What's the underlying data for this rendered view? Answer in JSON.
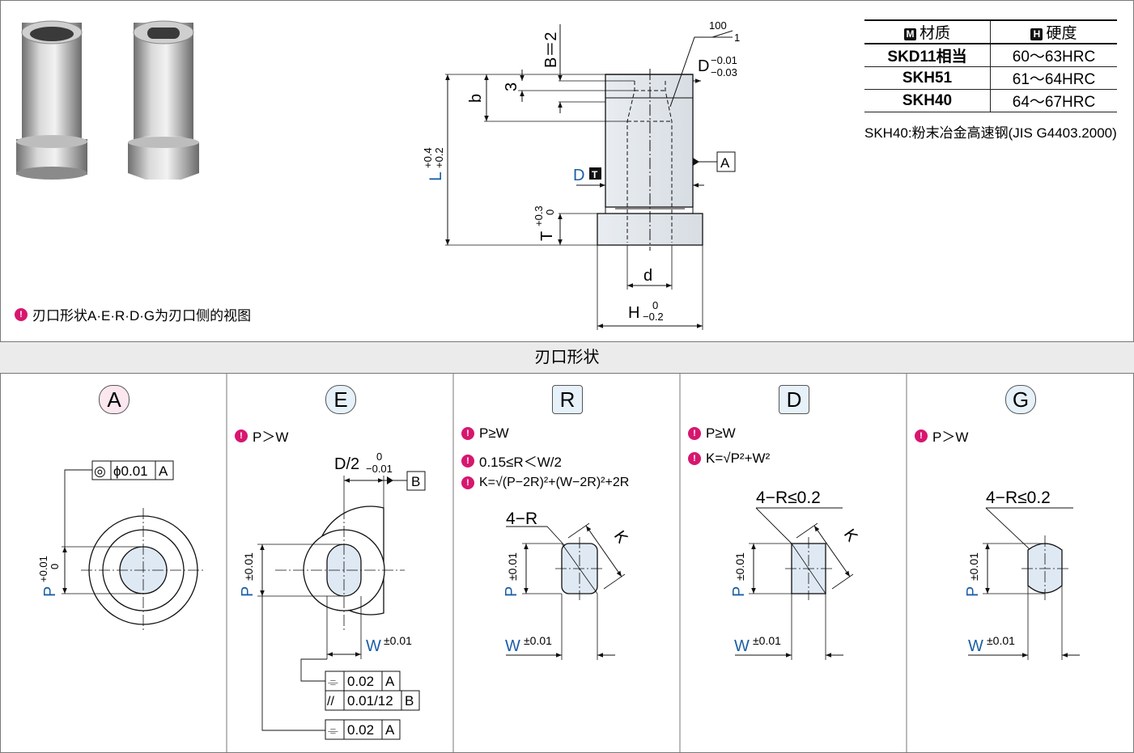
{
  "photos": {
    "left_part": "round-bore-punch-guide-bushing",
    "right_part": "shaped-bore-punch-guide-bushing"
  },
  "drawing": {
    "b_eq": "B＝2",
    "angle_top": "100",
    "angle_bottom": "1",
    "dim_3": "3",
    "dim_b": "b",
    "D_label": "D",
    "D_upper": "−0.01",
    "D_lower": "−0.03",
    "L_label": "L",
    "L_upper": "+0.4",
    "L_lower": "+0.2",
    "datum_A": "A",
    "DT_label": "D",
    "DT_badge": "T",
    "T_label": "T",
    "T_upper": "+0.3",
    "T_lower": "0",
    "d_label": "d",
    "H_label": "H",
    "H_upper": "0",
    "H_lower": "−0.2"
  },
  "materials": {
    "header_material_badge": "M",
    "header_material": "材质",
    "header_hardness_badge": "H",
    "header_hardness": "硬度",
    "rows": [
      {
        "material": "SKD11相当",
        "hardness": "60～63HRC"
      },
      {
        "material": "SKH51",
        "hardness": "61～64HRC"
      },
      {
        "material": "SKH40",
        "hardness": "64～67HRC"
      }
    ],
    "footnote": "SKH40:粉末冶金高速钢(JIS G4403.2000)"
  },
  "top_note": "刃口形状A·E·R·D·G为刃口侧的视图",
  "section_title": "刃口形状",
  "shapes": [
    {
      "letter": "A",
      "color": "#fde7ef",
      "notes": [],
      "tol_symbol": "◎",
      "tol_value": "ϕ0.01",
      "tol_datum": "A",
      "P_label": "P",
      "P_upper": "+0.01",
      "P_lower": "0"
    },
    {
      "letter": "E",
      "color": "#e6f1fa",
      "notes": [
        "P＞W"
      ],
      "D2_label": "D/2",
      "D2_upper": "0",
      "D2_lower": "−0.01",
      "datum_B": "B",
      "P_label": "P",
      "P_tol": "±0.01",
      "W_label": "W",
      "W_tol": "±0.01",
      "fc1_symbol": "⌯",
      "fc1_value": "0.02",
      "fc1_datum": "A",
      "fc2_symbol": "//",
      "fc2_value": "0.01/12",
      "fc2_datum": "B",
      "fc3_symbol": "⌯",
      "fc3_value": "0.02",
      "fc3_datum": "A"
    },
    {
      "letter": "R",
      "color": "#e6f1fa",
      "notes": [
        "P≥W",
        "0.15≤R＜W/2",
        "K=√(P−2R)²+(W−2R)²+2R"
      ],
      "corner_label": "4−R",
      "K_label": "K",
      "P_label": "P",
      "P_tol": "±0.01",
      "W_label": "W",
      "W_tol": "±0.01"
    },
    {
      "letter": "D",
      "color": "#e6f1fa",
      "notes": [
        "P≥W",
        "K=√P²+W²"
      ],
      "corner_label": "4−R≤0.2",
      "K_label": "K",
      "P_label": "P",
      "P_tol": "±0.01",
      "W_label": "W",
      "W_tol": "±0.01"
    },
    {
      "letter": "G",
      "color": "#e6f1fa",
      "notes": [
        "P＞W"
      ],
      "corner_label": "4−R≤0.2",
      "P_label": "P",
      "P_tol": "±0.01",
      "W_label": "W",
      "W_tol": "±0.01"
    }
  ],
  "colors": {
    "blue_label": "#1a5fa8",
    "note_bulb": "#d7166f",
    "fill_light": "#dfe9f3",
    "line": "#111111"
  }
}
